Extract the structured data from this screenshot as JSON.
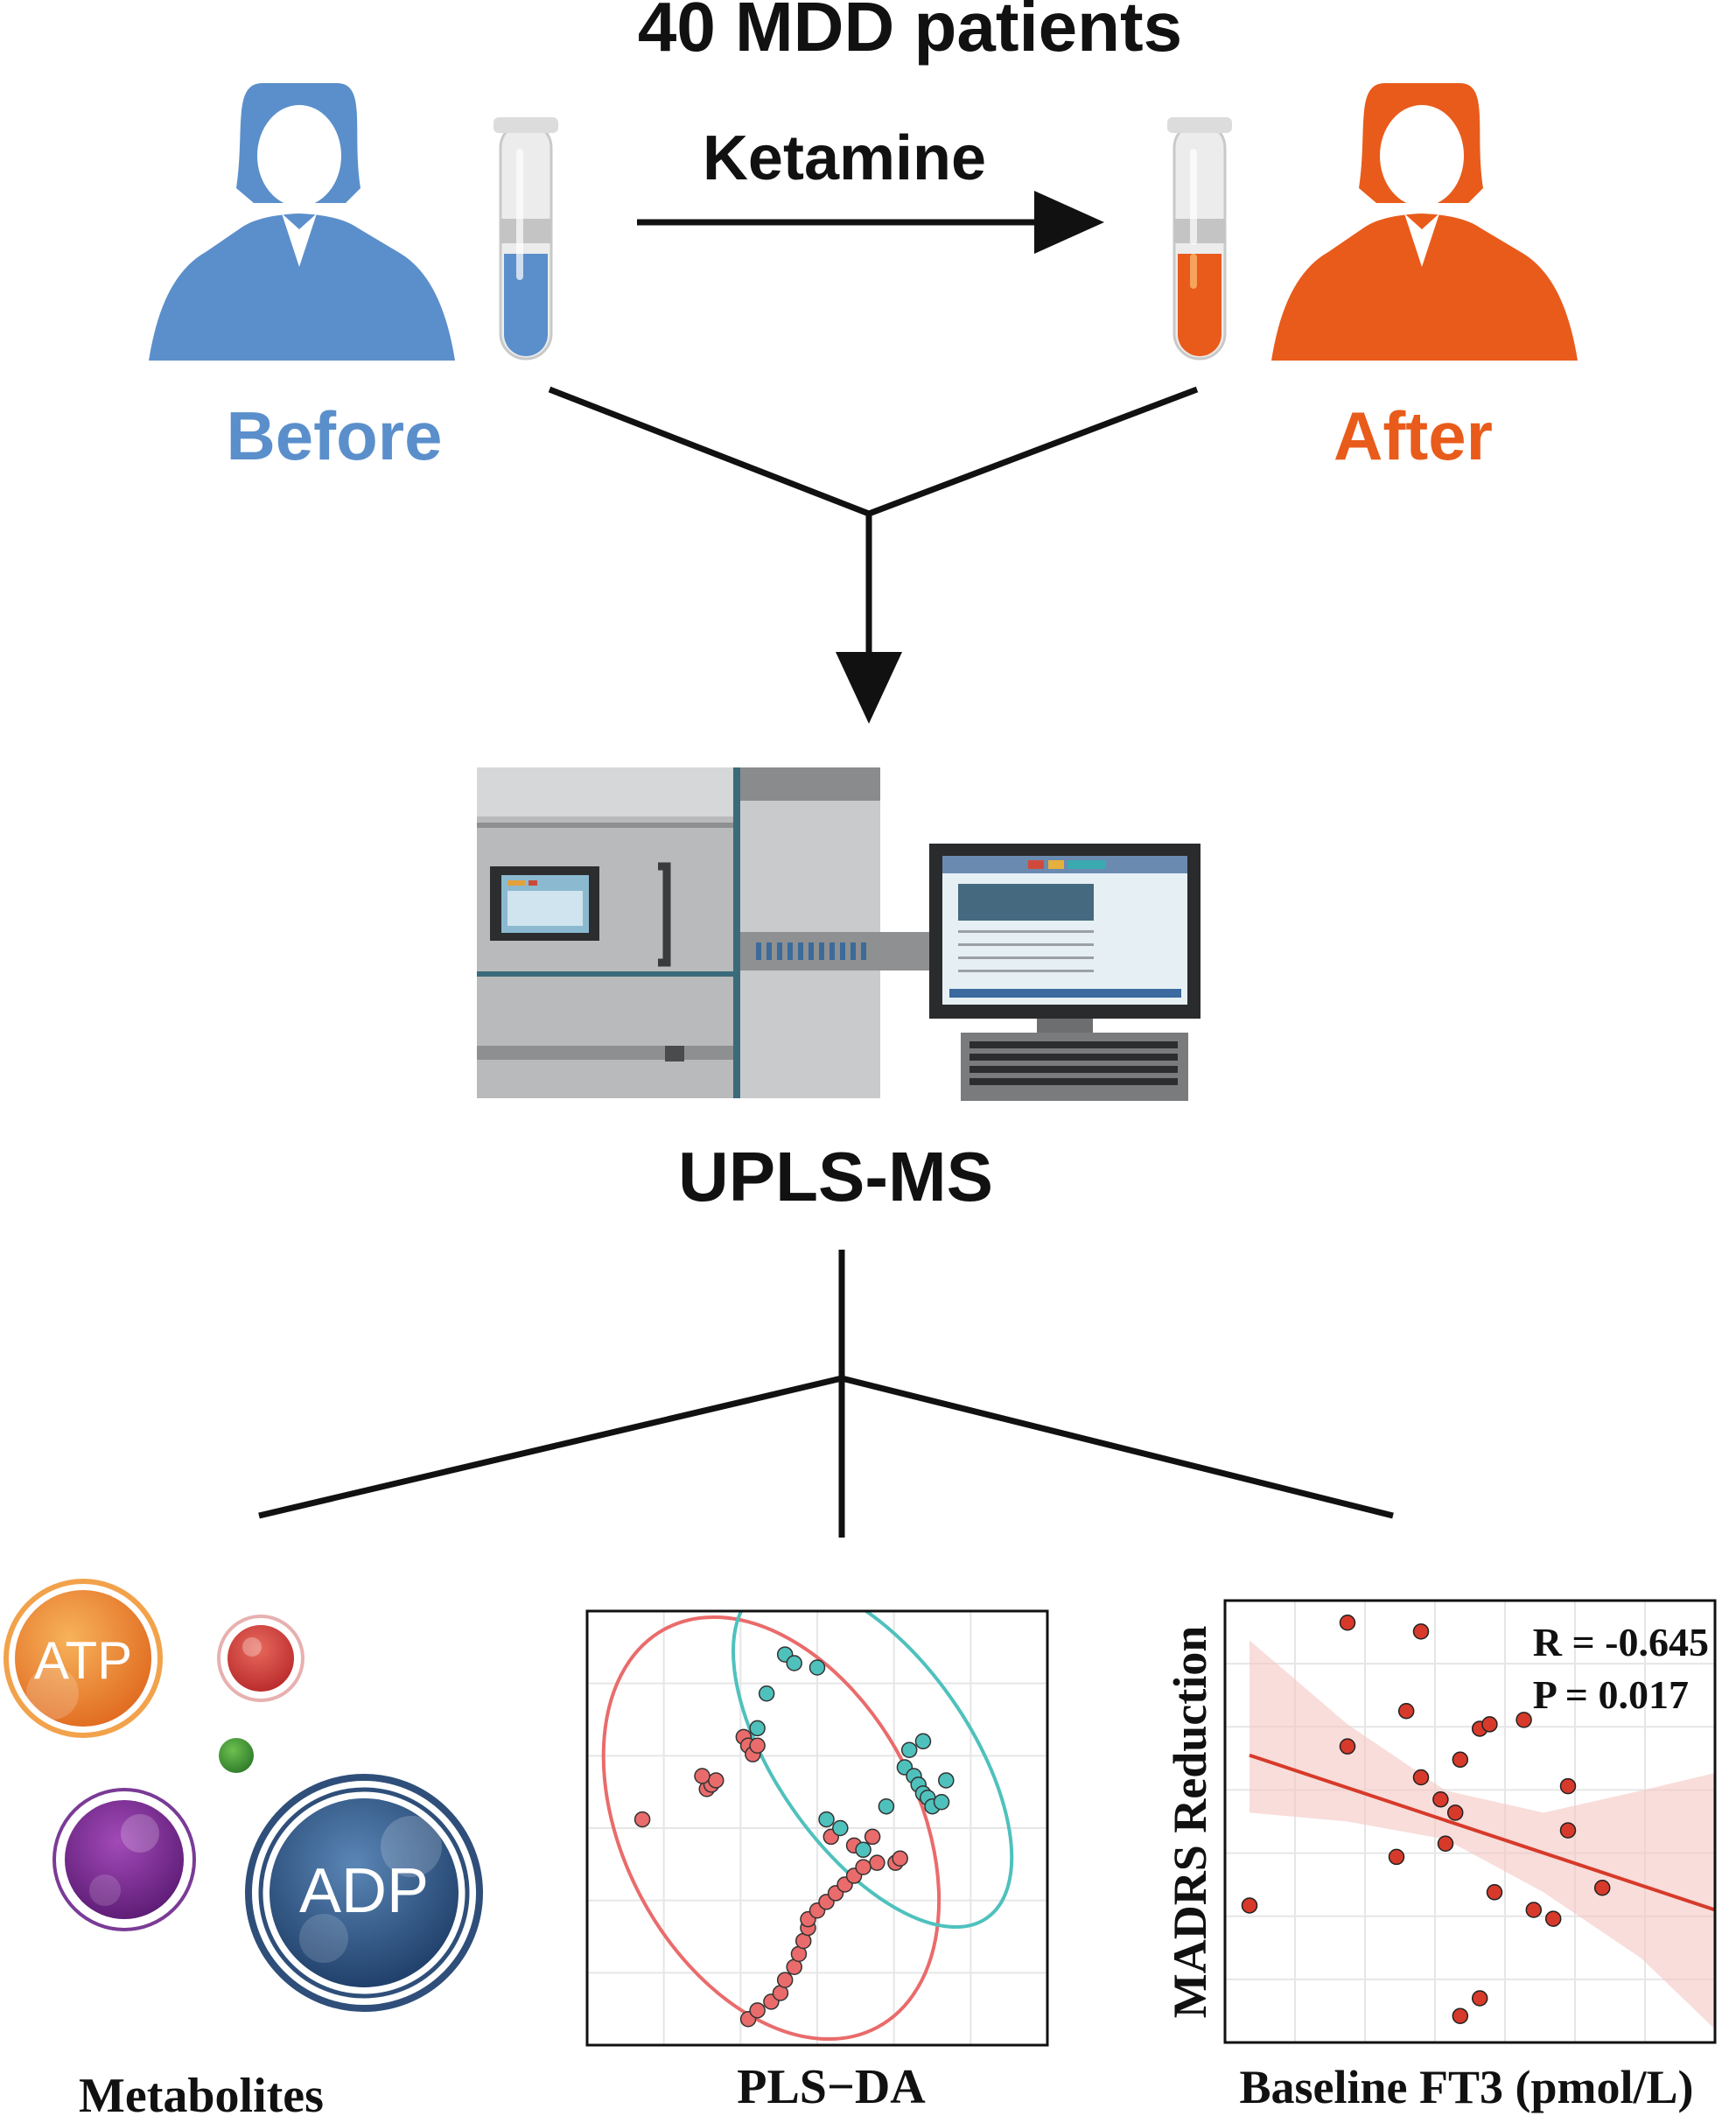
{
  "header": {
    "title": "40 MDD patients"
  },
  "treatment": {
    "label": "Ketamine"
  },
  "groups": {
    "before": {
      "label": "Before",
      "color": "#5b8fcb"
    },
    "after": {
      "label": "After",
      "color": "#e95b1b"
    }
  },
  "instrument": {
    "label": "UPLS-MS"
  },
  "outputs": {
    "metabolites": {
      "label": "Metabolites",
      "molecule_labels": {
        "atp": "ATP",
        "adp": "ADP"
      }
    },
    "plsda": {
      "label": "PLS−DA",
      "group_colors": {
        "before": "#ea6b6b",
        "after": "#4fc1bd"
      }
    },
    "correlation": {
      "xlabel": "Baseline FT3 (pmol/L)",
      "ylabel": "MADRS Reduction",
      "stat_r": "R = -0.645",
      "stat_p": "P = 0.017",
      "point_color": "#d73a2a",
      "line_color": "#d73a2a"
    }
  },
  "chart_data": [
    {
      "type": "scatter",
      "title": "",
      "xlabel": "",
      "ylabel": "",
      "xlim": [
        0,
        100
      ],
      "ylim": [
        0,
        100
      ],
      "grid": true,
      "legend": "none",
      "series": [
        {
          "color": "#ea6b6b",
          "points": [
            [
              12,
              52
            ],
            [
              26,
              59
            ],
            [
              27,
              60
            ],
            [
              28,
              61
            ],
            [
              25,
              62
            ],
            [
              34,
              71
            ],
            [
              35,
              69
            ],
            [
              36,
              67
            ],
            [
              37,
              69
            ],
            [
              58,
              46
            ],
            [
              63,
              42
            ],
            [
              67,
              42
            ],
            [
              68,
              43
            ],
            [
              62,
              48
            ],
            [
              53,
              48
            ],
            [
              35,
              6
            ],
            [
              37,
              8
            ],
            [
              40,
              10
            ],
            [
              42,
              12
            ],
            [
              43,
              15
            ],
            [
              45,
              18
            ],
            [
              46,
              21
            ],
            [
              47,
              24
            ],
            [
              48,
              27
            ],
            [
              48,
              29
            ],
            [
              50,
              31
            ],
            [
              52,
              33
            ],
            [
              54,
              35
            ],
            [
              56,
              37
            ],
            [
              58,
              39
            ],
            [
              60,
              41
            ]
          ]
        },
        {
          "color": "#4fc1bd",
          "points": [
            [
              43,
              90
            ],
            [
              45,
              88
            ],
            [
              50,
              87
            ],
            [
              39,
              81
            ],
            [
              37,
              73
            ],
            [
              73,
              70
            ],
            [
              70,
              68
            ],
            [
              69,
              64
            ],
            [
              71,
              62
            ],
            [
              72,
              60
            ],
            [
              73,
              58
            ],
            [
              74,
              57
            ],
            [
              75,
              55
            ],
            [
              77,
              56
            ],
            [
              78,
              61
            ],
            [
              65,
              55
            ],
            [
              52,
              52
            ],
            [
              55,
              50
            ],
            [
              60,
              45
            ]
          ]
        },
        {
          "name": "ellipse",
          "color": "#ea6b6b",
          "ellipse": {
            "cx": 40,
            "cy": 50,
            "rx": 32,
            "ry": 52,
            "angle": -28
          }
        },
        {
          "name": "ellipse",
          "color": "#4fc1bd",
          "ellipse": {
            "cx": 62,
            "cy": 67,
            "rx": 21,
            "ry": 46,
            "angle": -35
          }
        }
      ]
    },
    {
      "type": "scatter",
      "title": "",
      "xlabel": "Baseline FT3 (pmol/L)",
      "ylabel": "MADRS Reduction",
      "xlim": [
        0,
        100
      ],
      "ylim": [
        0,
        100
      ],
      "grid": true,
      "legend": "none",
      "series": [
        {
          "color": "#d73a2a",
          "points": [
            [
              5,
              31
            ],
            [
              25,
              95
            ],
            [
              25,
              67
            ],
            [
              40,
              93
            ],
            [
              37,
              75
            ],
            [
              40,
              60
            ],
            [
              44,
              55
            ],
            [
              47,
              52
            ],
            [
              48,
              64
            ],
            [
              48,
              6
            ],
            [
              52,
              10
            ],
            [
              52,
              71
            ],
            [
              54,
              72
            ],
            [
              61,
              73
            ],
            [
              63,
              30
            ],
            [
              67,
              28
            ],
            [
              70,
              58
            ],
            [
              70,
              48
            ],
            [
              77,
              35
            ],
            [
              55,
              34
            ],
            [
              45,
              45
            ],
            [
              35,
              42
            ]
          ]
        }
      ],
      "fit": {
        "x": [
          5,
          100
        ],
        "y": [
          65,
          30
        ]
      },
      "confidence_band": {
        "x": [
          5,
          25,
          45,
          65,
          85,
          100
        ],
        "upper": [
          91,
          72,
          57,
          52,
          57,
          61
        ],
        "lower": [
          52,
          50,
          46,
          34,
          19,
          3
        ]
      }
    }
  ]
}
